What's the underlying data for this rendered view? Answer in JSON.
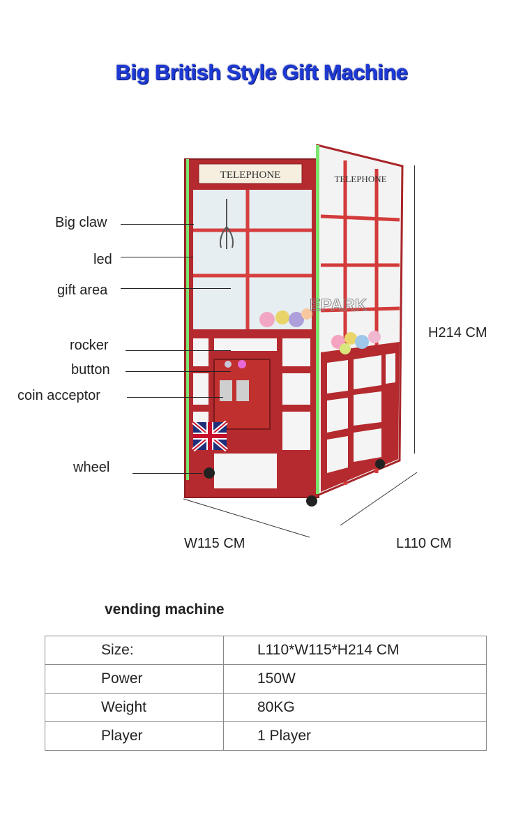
{
  "title": "Big British Style Gift Machine",
  "callouts": {
    "big_claw": "Big claw",
    "led": "led",
    "gift_area": "gift area",
    "rocker": "rocker",
    "button": "button",
    "coin_acceptor": "coin acceptor",
    "wheel": "wheel"
  },
  "machine_signs": {
    "front": "TELEPHONE",
    "side": "TELEPHONE",
    "brand": "EPARK"
  },
  "dimensions": {
    "height": "H214 CM",
    "width": "W115 CM",
    "length": "L110 CM"
  },
  "product_type": "vending machine",
  "specs": [
    {
      "key": "Size:",
      "value": "L110*W115*H214 CM"
    },
    {
      "key": "Power",
      "value": "150W"
    },
    {
      "key": "Weight",
      "value": "80KG"
    },
    {
      "key": "Player",
      "value": "1 Player"
    }
  ],
  "colors": {
    "title": "#1d39d6",
    "machine_red": "#b42a2e"
  }
}
